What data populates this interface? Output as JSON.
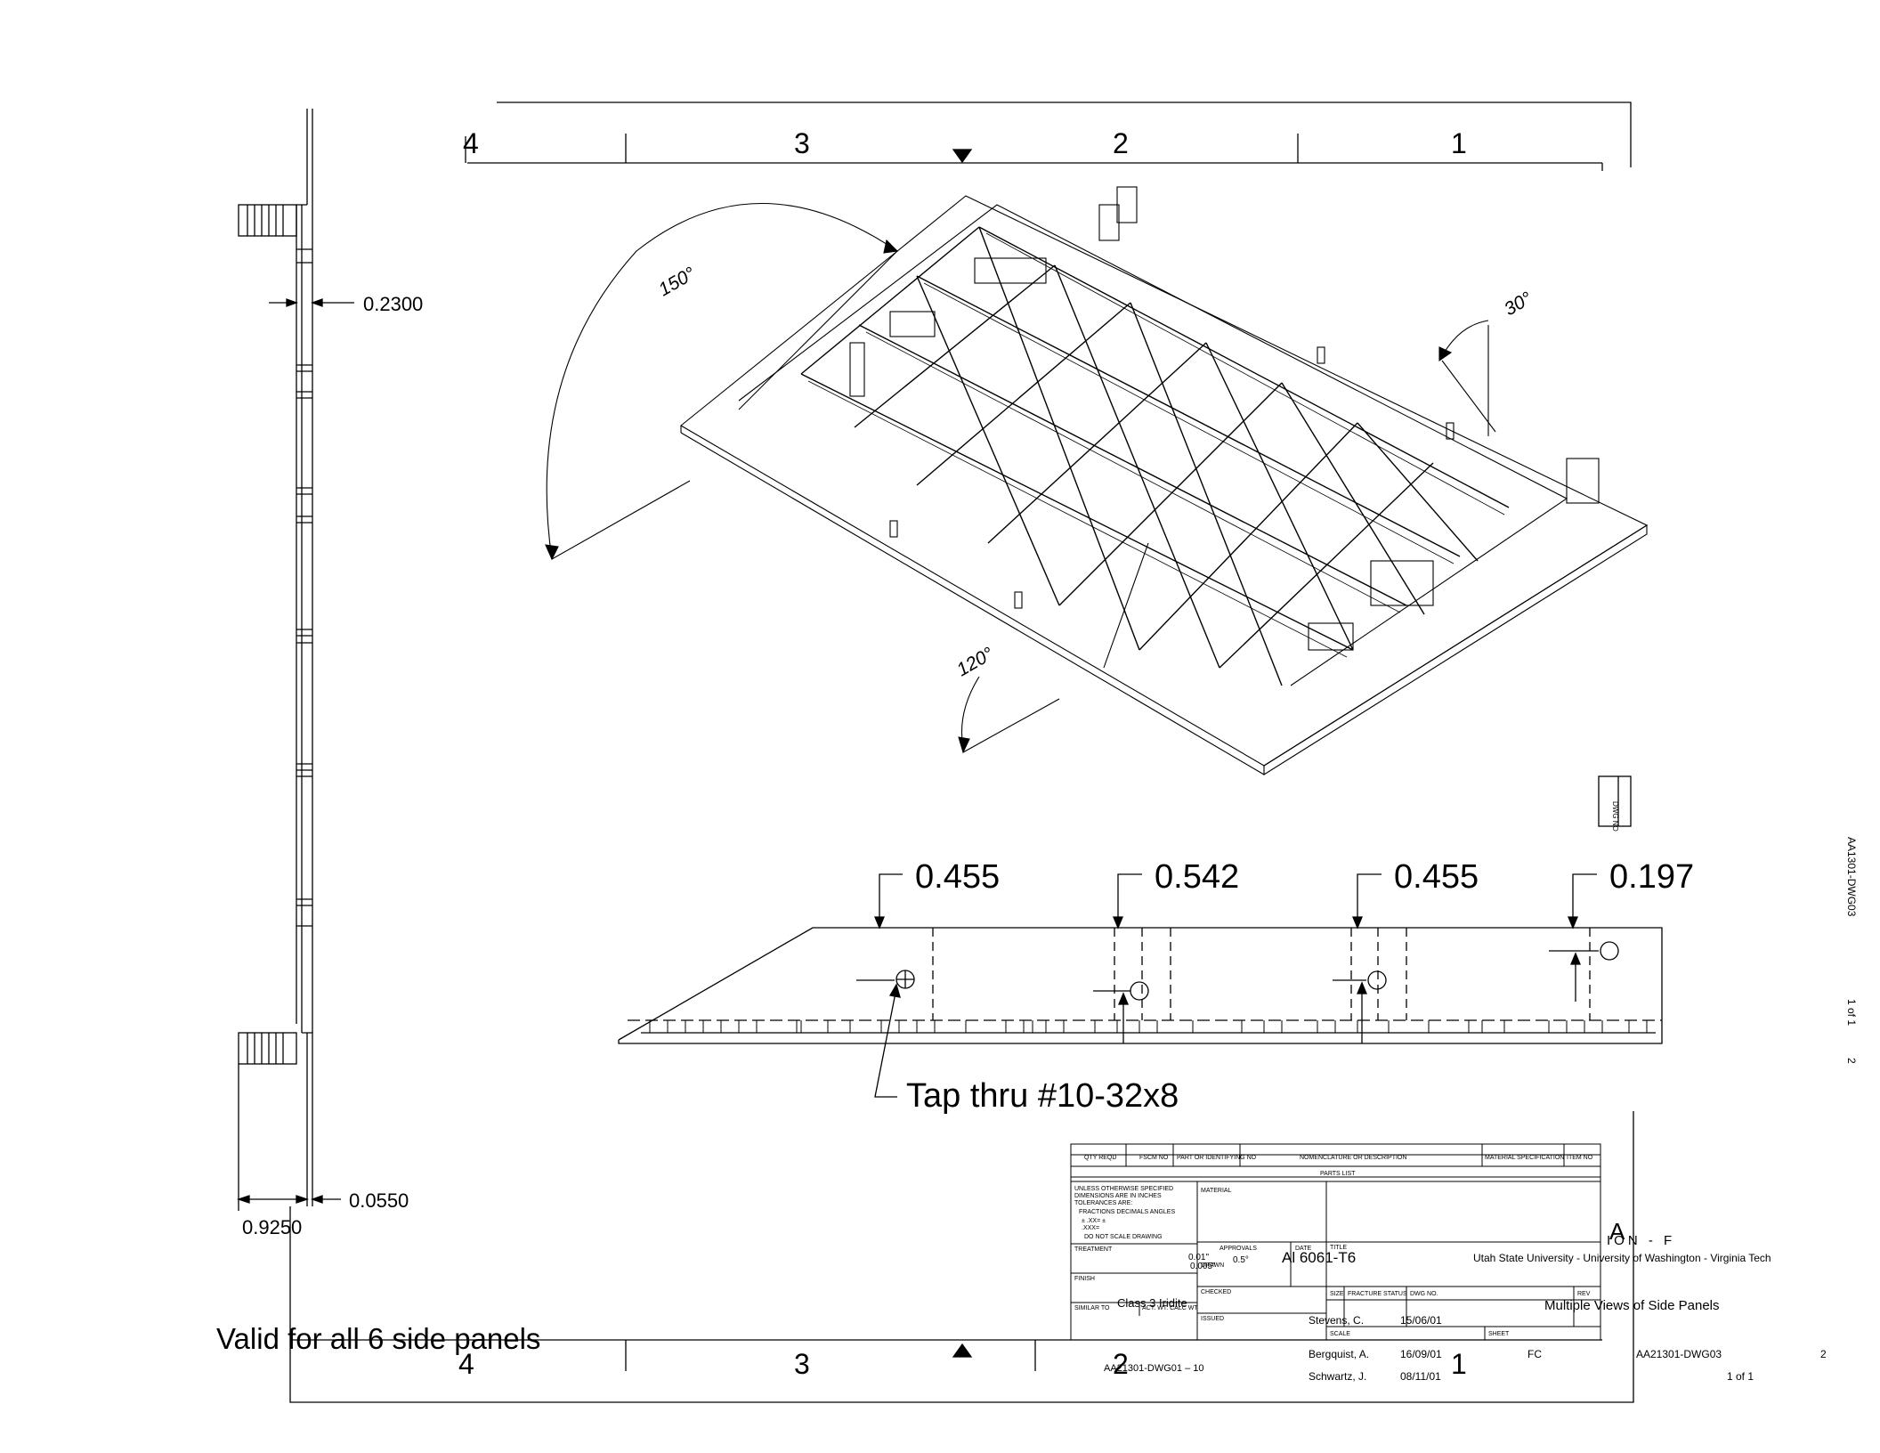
{
  "zone_numbers": {
    "top": [
      "4",
      "3",
      "2",
      "1"
    ],
    "bottom": [
      "4",
      "3",
      "2",
      "1"
    ]
  },
  "side_view": {
    "dim_thickness": "0.2300",
    "dim_lip": "0.0550",
    "dim_depth": "0.9250"
  },
  "iso_view": {
    "angles": [
      "150°",
      "30°",
      "120°"
    ]
  },
  "section_view": {
    "dims": [
      "0.455",
      "0.542",
      "0.455",
      "0.197"
    ],
    "tap_note": "Tap thru #10-32x8"
  },
  "rev_strip": {
    "label": "DWG NO"
  },
  "side_annotations": {
    "dwg": "AA1301-DWG03",
    "sheet": "1 of 1",
    "rev": "2"
  },
  "note_main": "Valid for all 6 side panels",
  "title_block": {
    "parts_header": {
      "qty": "QTY REQD",
      "fscm": "FSCM NO",
      "part": "PART OR IDENTIFYING NO",
      "nomenclature": "NOMENCLATURE OR DESCRIPTION",
      "spec": "MATERIAL SPECIFICATION",
      "item": "ITEM NO"
    },
    "parts_list": "PARTS LIST",
    "tolerance_lines": [
      "UNLESS OTHERWISE SPECIFIED",
      "DIMENSIONS ARE IN INCHES",
      "TOLERANCES ARE:",
      "FRACTIONS  DECIMALS  ANGLES",
      "±          .XX=       ±",
      "           .XXX=",
      "DO NOT SCALE DRAWING"
    ],
    "labels": {
      "material": "MATERIAL",
      "treatment": "TREATMENT",
      "finish": "FINISH",
      "similar_to": "SIMILAR TO",
      "act_wt": "ACT. WT. CALC WT",
      "approvals": "APPROVALS",
      "date": "DATE",
      "drawn": "DRAWN",
      "checked": "CHECKED",
      "issued": "ISSUED",
      "title": "TITLE",
      "size": "SIZE",
      "fracture": "FRACTURE STATUS",
      "dwg_no": "DWG NO.",
      "rev": "REV",
      "scale": "SCALE",
      "sheet": "SHEET"
    },
    "tol_decimal_1": "0.01\"",
    "tol_decimal_2": "0.005\"",
    "tol_angle": "0.5°",
    "material": "Al 6061-T6",
    "finish": "Class 3 Iridite",
    "zone_letter": "A",
    "ion_text": "ION - F",
    "organization": "Utah State University - University of Washington - Virginia Tech",
    "title": "Multiple Views of Side Panels",
    "people": [
      {
        "name": "Stevens, C.",
        "date": "15/06/01"
      },
      {
        "name": "Bergquist, A.",
        "date": "16/09/01"
      },
      {
        "name": "Schwartz, J.",
        "date": "08/11/01"
      }
    ],
    "size_code": "FC",
    "dwg_number": "AA21301-DWG03",
    "revision": "2",
    "sheet_of": "1 of 1",
    "similar_dwg": "AA21301-DWG01 – 10"
  }
}
